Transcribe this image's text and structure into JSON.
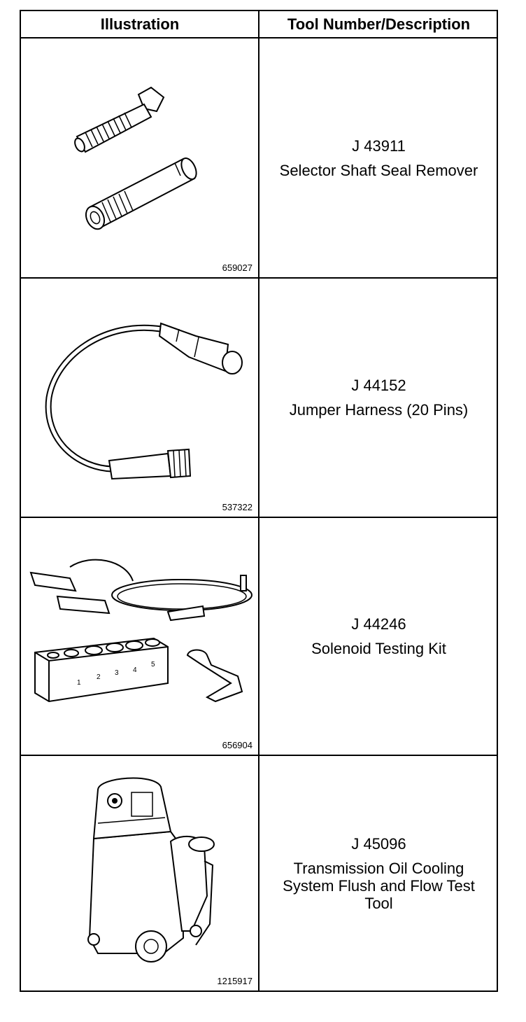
{
  "header": {
    "illustration": "Illustration",
    "tool": "Tool Number/Description"
  },
  "rows": [
    {
      "number": "J 43911",
      "description": "Selector Shaft Seal Remover",
      "figure": "659027",
      "icon": "bolt-and-remover-sleeve-icon"
    },
    {
      "number": "J 44152",
      "description": "Jumper Harness (20 Pins)",
      "figure": "537322",
      "icon": "jumper-harness-cable-icon"
    },
    {
      "number": "J 44246",
      "description": "Solenoid Testing Kit",
      "figure": "656904",
      "icon": "solenoid-test-kit-icon"
    },
    {
      "number": "J 45096",
      "description": "Transmission Oil Cooling System Flush and Flow Test Tool",
      "figure": "1215917",
      "icon": "flush-cart-machine-icon"
    }
  ]
}
